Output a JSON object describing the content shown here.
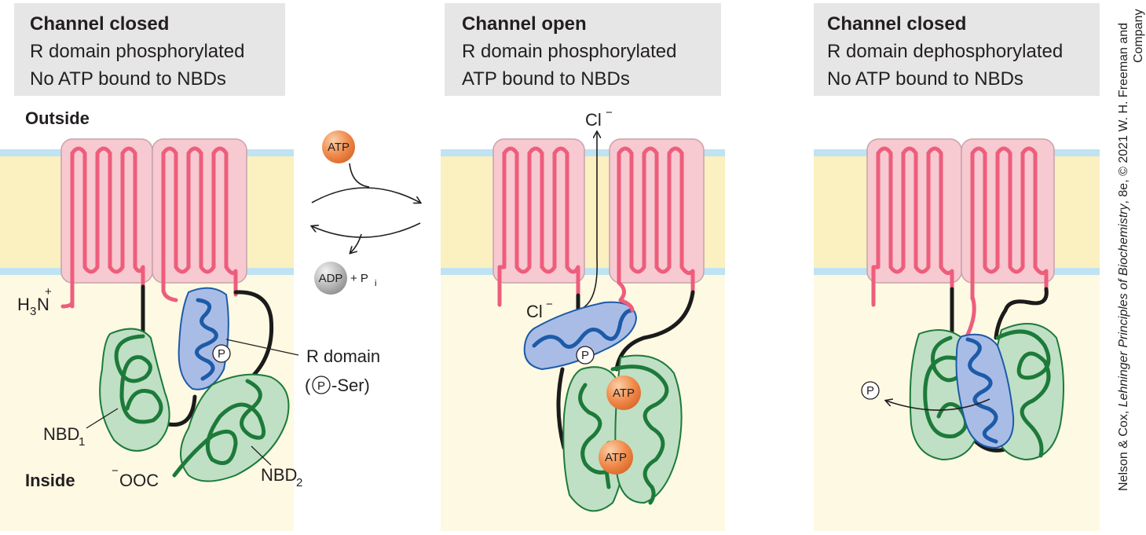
{
  "panels": [
    {
      "title": "Channel closed",
      "line1": "R domain phosphorylated",
      "line2": "No ATP bound to NBDs"
    },
    {
      "title": "Channel open",
      "line1": "R domain phosphorylated",
      "line2": "ATP bound to NBDs"
    },
    {
      "title": "Channel closed",
      "line1": "R domain dephosphorylated",
      "line2": "No ATP bound to NBDs"
    }
  ],
  "labels": {
    "outside": "Outside",
    "inside": "Inside",
    "amino": "H3N",
    "amino_prefix": "H",
    "amino_sub": "3",
    "amino_n": "N",
    "plus": "+",
    "carboxyl": "−OOC",
    "carboxyl_minus": "−",
    "carboxyl_text": "OOC",
    "nbd1": "NBD1",
    "nbd1_main": "NBD",
    "nbd1_sub": "1",
    "nbd2": "NBD2",
    "nbd2_main": "NBD",
    "nbd2_sub": "2",
    "r_domain": "R domain",
    "p_ser": "(P)-Ser",
    "p_ser_text": "-Ser)",
    "p_ser_open": "(",
    "p_symbol": "P",
    "atp": "ATP",
    "adp": "ADP",
    "plus_pi": "+ P",
    "pi_sub": "i",
    "cl_top": "Cl−",
    "cl_main": "Cl",
    "cl_minus": "−"
  },
  "credit": {
    "line1_prefix": "Nelson & Cox, ",
    "line1_italic": "Lehninger Principles of Biochemistry",
    "line1_suffix": ", 8e, © 2021 W. H. Freeman and",
    "line2": "Company"
  },
  "colors": {
    "header_bg": "#e6e6e6",
    "inside_bg": "#fdf9e3",
    "membrane_core": "#faf0c0",
    "membrane_edge": "#bfe3f2",
    "tmd_fill": "#f7c9d0",
    "tmd_line": "#ee5d7c",
    "rdomain_fill": "#a9bce6",
    "rdomain_line": "#1c5ba8",
    "nbd_fill": "#bfe0c4",
    "nbd_line": "#1d7a3a",
    "atp_fill": "#f08a4b",
    "adp_fill": "#b5b5b5"
  }
}
